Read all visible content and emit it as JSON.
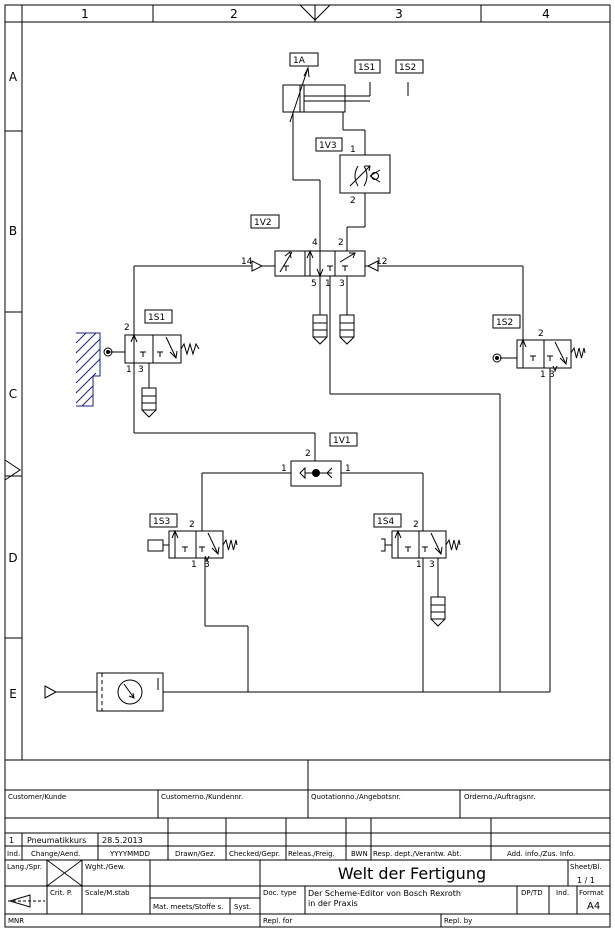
{
  "grid": {
    "columns": [
      "1",
      "2",
      "3",
      "4"
    ],
    "rows": [
      "A",
      "B",
      "C",
      "D",
      "E"
    ]
  },
  "components": {
    "cyl": "1A",
    "s1_tag": "1S1",
    "s2_tag": "1S2",
    "throttle": "1V3",
    "main_valve": "1V2",
    "shuttle": "1V1",
    "valve_1s1": "1S1",
    "valve_1s2": "1S2",
    "valve_1s3": "1S3",
    "valve_1s4": "1S4"
  },
  "ports": {
    "v3_in": "1",
    "v3_out": "2",
    "v2_4": "4",
    "v2_2": "2",
    "v2_5": "5",
    "v2_1": "1",
    "v2_3": "3",
    "v2_14": "14",
    "v2_12": "12",
    "s1_2": "2",
    "s1_1": "1",
    "s1_3": "3",
    "s2_2": "2",
    "s2_1": "1",
    "s2_3": "3",
    "sh_2": "2",
    "sh_1a": "1",
    "sh_1b": "1",
    "s3_2": "2",
    "s3_1": "1",
    "s3_3": "3",
    "s4_2": "2",
    "s4_1": "1",
    "s4_3": "3"
  },
  "title_block": {
    "customer": "Customer/Kunde",
    "customer_no": "Customerno./Kundennr.",
    "quotation_no": "Quotationno./Angebotsnr.",
    "order_no": "Orderno./Auftragsnr.",
    "rev_index": "1",
    "rev_name": "Pneumatikkurs",
    "rev_date": "28.5.2013",
    "ind": "Ind.",
    "change": "Change/Aend.",
    "date_format": "YYYYMMDD",
    "drawn": "Drawn/Gez.",
    "checked": "Checked/Gepr.",
    "released": "Releas./Freig.",
    "bwn": "BWN",
    "resp_dept": "Resp. dept./Verantw. Abt.",
    "add_info": "Add. info./Zus. Info.",
    "lang": "Lang./Spr.",
    "weight": "Wght./Gew.",
    "title": "Welt der Fertigung",
    "sheet_label": "Sheet/Bl.",
    "sheet_value": "1 / 1",
    "crit": "Crit. P.",
    "scale": "Scale/M.stab",
    "doc_type": "Doc. type",
    "description_1": "Der Scheme-Editor von Bosch Rexroth",
    "description_2": "in der Praxis",
    "dp": "DP/TD",
    "ind2": "Ind.",
    "format_label": "Format",
    "format_value": "A4",
    "material": "Mat. meets/Stoffe s.",
    "syst": "Syst.",
    "mnr": "MNR",
    "repl_for": "Repl. for",
    "repl_by": "Repl. by"
  }
}
